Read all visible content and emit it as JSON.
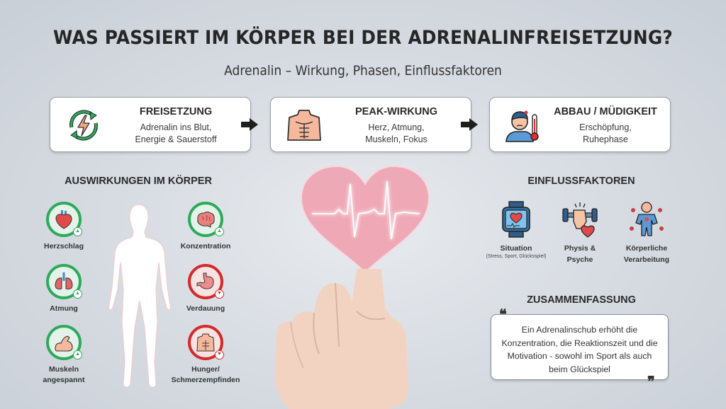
{
  "header": {
    "title": "WAS PASSIERT IM KÖRPER BEI DER ADRENALINFREISETZUNG?",
    "subtitle": "Adrenalin – Wirkung, Phasen, Einflussfaktoren"
  },
  "phases": [
    {
      "title": "FREISETZUNG",
      "line1": "Adrenalin ins Blut,",
      "line2": "Energie & Sauerstoff",
      "icon": "energy-cycle-icon"
    },
    {
      "title": "PEAK-WIRKUNG",
      "line1": "Herz, Atmung,",
      "line2": "Muskeln, Fokus",
      "icon": "torso-icon"
    },
    {
      "title": "ABBAU / MÜDIGKEIT",
      "line1": "Erschöpfung,",
      "line2": "Ruhephase",
      "icon": "tired-person-thermometer-icon"
    }
  ],
  "effects": {
    "heading": "AUSWIRKUNGEN IM KÖRPER",
    "items": [
      {
        "label": "Herzschlag",
        "label2": "",
        "status": "up",
        "color": "#2eaa5c",
        "icon": "heart-organ-icon"
      },
      {
        "label": "Atmung",
        "label2": "",
        "status": "up",
        "color": "#2eaa5c",
        "icon": "lungs-icon"
      },
      {
        "label": "Muskeln",
        "label2": "angespannt",
        "status": "up",
        "color": "#2eaa5c",
        "icon": "muscle-arm-icon"
      },
      {
        "label": "Konzentration",
        "label2": "",
        "status": "up",
        "color": "#2eaa5c",
        "icon": "brain-icon"
      },
      {
        "label": "Verdauung",
        "label2": "",
        "status": "down",
        "color": "#d42a2a",
        "icon": "stomach-icon"
      },
      {
        "label": "Hunger/",
        "label2": "Schmerzempfinden",
        "status": "down",
        "color": "#d42a2a",
        "icon": "torso-icon"
      }
    ]
  },
  "factors": {
    "heading": "EINFLUSSFAKTOREN",
    "items": [
      {
        "label": "Situation",
        "sub": "(Stress, Sport, Glücksspiel)",
        "icon": "smartwatch-heart-icon"
      },
      {
        "label": "Physis &",
        "label2": "Psyche",
        "icon": "dumbbell-heart-icon"
      },
      {
        "label": "Körperliche",
        "label2": "Verarbeitung",
        "icon": "body-virus-icon"
      }
    ]
  },
  "summary": {
    "heading": "ZUSAMMENFASSUNG",
    "text": "Ein Adrenalinschub erhöht die Konzentration, die Reaktionszeit und die Motivation - sowohl im Sport als auch beim Glückspiel",
    "open_quote": "❝",
    "close_quote": "❞"
  },
  "colors": {
    "positive": "#2eaa5c",
    "negative": "#d42a2a",
    "heart": "#f0a4b2",
    "text": "#2a2a2a"
  }
}
